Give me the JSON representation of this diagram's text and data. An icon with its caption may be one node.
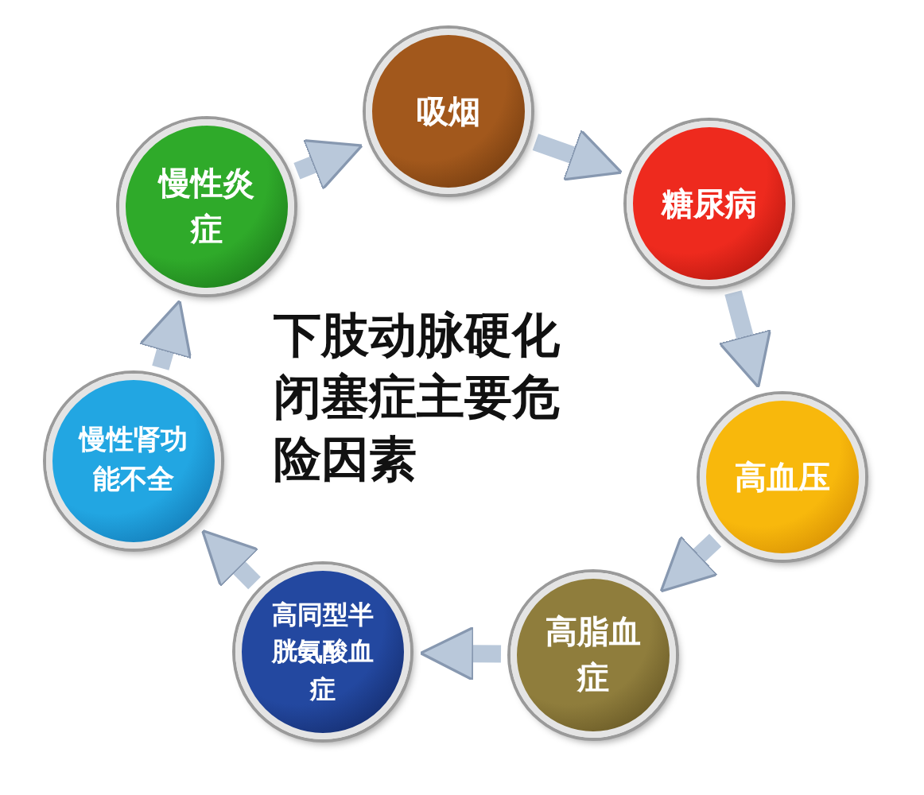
{
  "diagram": {
    "title": "下肢动脉硬化闭塞症主要危险因素",
    "nodes": [
      {
        "text": [
          "吸烟"
        ]
      },
      {
        "text": [
          "糖尿病"
        ]
      },
      {
        "text": [
          "高血压"
        ]
      },
      {
        "text": [
          "高脂血症"
        ]
      },
      {
        "text": [
          "高同型半胱氨酸血症"
        ]
      },
      {
        "text": [
          "慢性肾功能不全"
        ]
      },
      {
        "text": [
          "慢性炎症"
        ]
      }
    ],
    "edges": [
      {
        "from": 6,
        "to": 0,
        "arrow": "to"
      },
      {
        "from": 0,
        "to": 1,
        "arrow": "to"
      },
      {
        "from": 1,
        "to": 2,
        "arrow": "to"
      },
      {
        "from": 2,
        "to": 3,
        "arrow": "to"
      },
      {
        "from": 3,
        "to": 4,
        "arrow": "to"
      },
      {
        "from": 4,
        "to": 5,
        "arrow": "to"
      },
      {
        "from": 5,
        "to": 6,
        "arrow": "to"
      }
    ]
  }
}
